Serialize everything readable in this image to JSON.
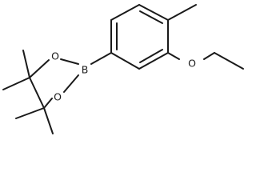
{
  "diagram": {
    "atoms": {
      "boron": "B",
      "ring_oxygen_top": "O",
      "ring_oxygen_bottom": "O",
      "ether_oxygen": "O"
    }
  }
}
